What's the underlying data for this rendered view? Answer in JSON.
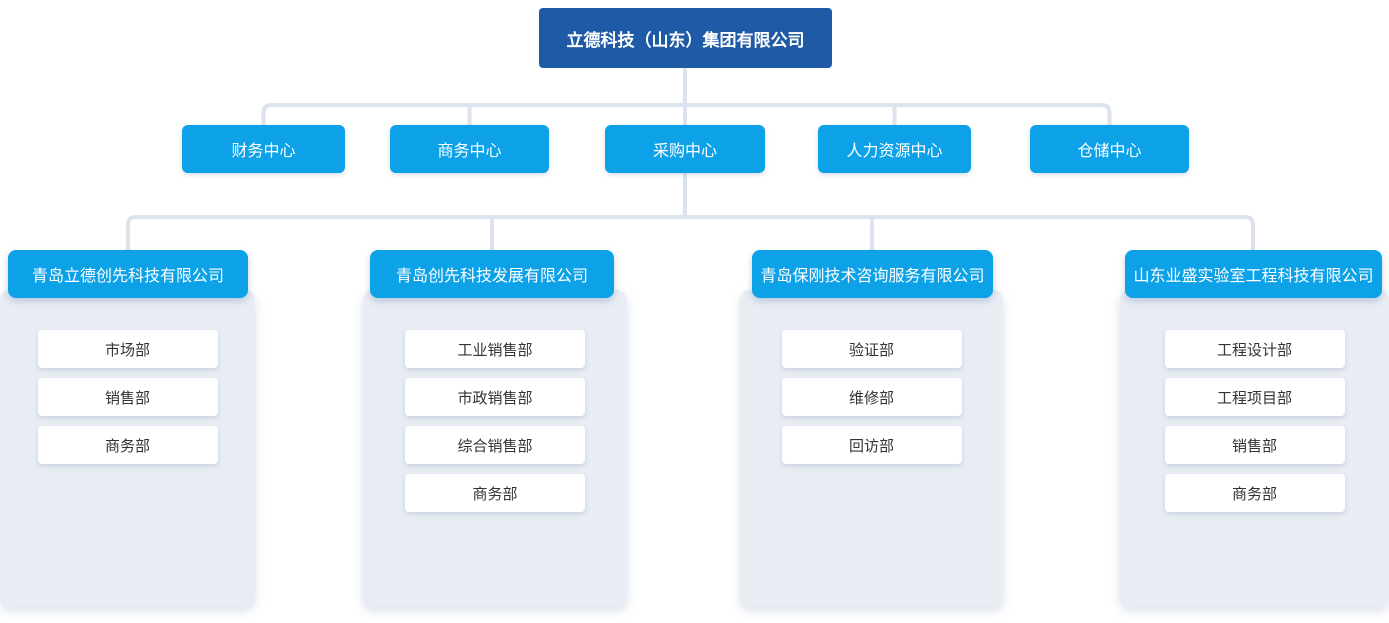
{
  "root": {
    "label": "立德科技（山东）集团有限公司"
  },
  "centers": [
    {
      "label": "财务中心"
    },
    {
      "label": "商务中心"
    },
    {
      "label": "采购中心"
    },
    {
      "label": "人力资源中心"
    },
    {
      "label": "仓储中心"
    }
  ],
  "subsidiaries": [
    {
      "name": "青岛立德创先科技有限公司",
      "departments": [
        "市场部",
        "销售部",
        "商务部"
      ]
    },
    {
      "name": "青岛创先科技发展有限公司",
      "departments": [
        "工业销售部",
        "市政销售部",
        "综合销售部",
        "商务部"
      ]
    },
    {
      "name": "青岛保刚技术咨询服务有限公司",
      "departments": [
        "验证部",
        "维修部",
        "回访部"
      ]
    },
    {
      "name": "山东业盛实验室工程科技有限公司",
      "departments": [
        "工程设计部",
        "工程项目部",
        "销售部",
        "商务部"
      ]
    }
  ],
  "colors": {
    "root_bg": "#1e5aa5",
    "node_bg": "#0da2e8",
    "panel_bg": "#e8ecf3",
    "connector": "#dce2ee",
    "node_text": "#ffffff",
    "dept_text": "#333333"
  }
}
